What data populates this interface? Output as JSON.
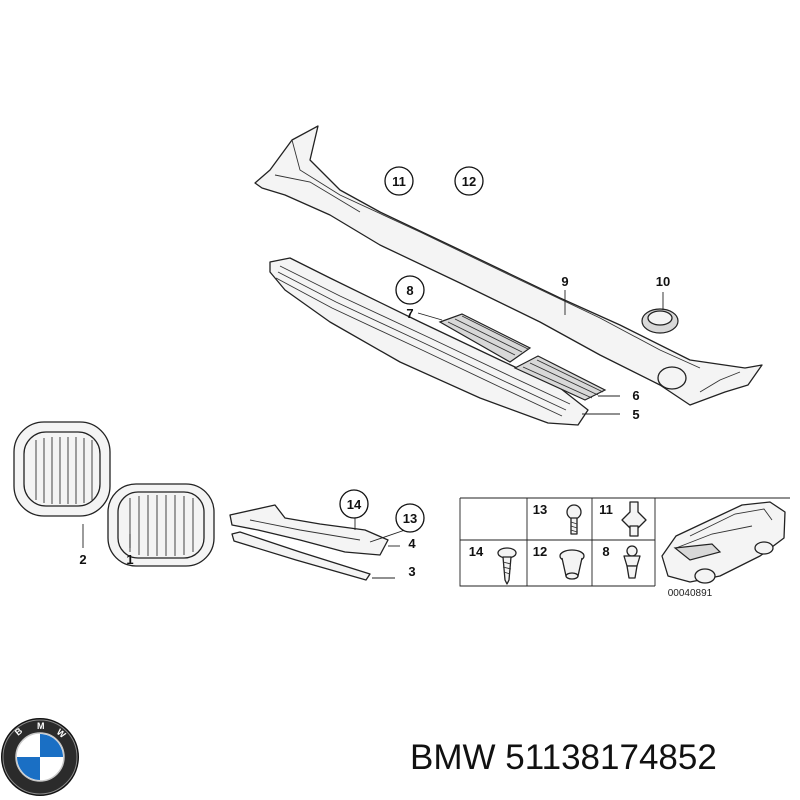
{
  "callouts": {
    "c1": "1",
    "c2": "2",
    "c3": "3",
    "c4": "4",
    "c5": "5",
    "c6": "6",
    "c7": "7",
    "c8": "8",
    "c9": "9",
    "c10": "10",
    "c11": "11",
    "c12": "12",
    "c13": "13",
    "c14": "14"
  },
  "legend": {
    "items": [
      "13",
      "11",
      "14",
      "12",
      "8"
    ],
    "drawing_code": "00040891"
  },
  "footer": {
    "brand": "BMW",
    "part_number": "51138174852",
    "logo_text": [
      "B",
      "M",
      "W"
    ],
    "colors": {
      "logo_blue": "#1a6fc4",
      "logo_ring": "#111111"
    }
  }
}
